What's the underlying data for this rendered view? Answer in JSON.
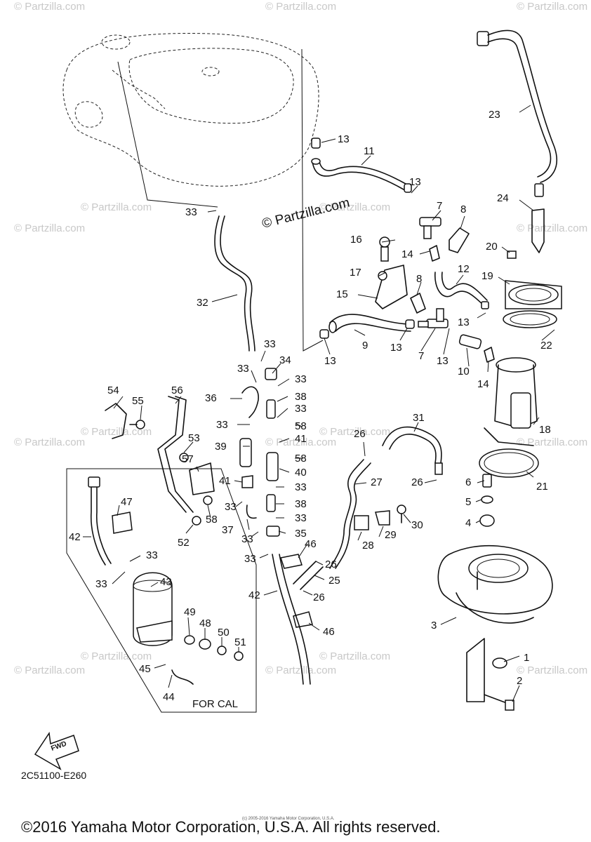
{
  "watermark_main": "© Partzilla.com",
  "watermark_repeat": "© Partzilla.com",
  "callouts": [
    "1",
    "2",
    "3",
    "4",
    "5",
    "6",
    "7",
    "8",
    "9",
    "10",
    "11",
    "12",
    "13",
    "14",
    "15",
    "16",
    "17",
    "18",
    "19",
    "20",
    "21",
    "22",
    "23",
    "24",
    "25",
    "26",
    "27",
    "28",
    "29",
    "30",
    "31",
    "32",
    "33",
    "34",
    "35",
    "36",
    "37",
    "38",
    "39",
    "40",
    "41",
    "42",
    "43",
    "44",
    "45",
    "46",
    "47",
    "48",
    "49",
    "50",
    "51",
    "52",
    "53",
    "54",
    "55",
    "56",
    "57",
    "58"
  ],
  "inset_label": "FOR CAL",
  "fwd_label": "FWD",
  "diagram_code": "2C51100-E260",
  "tiny_copyright": "(c) 2005-2016 Yamaha Motor Corporation, U.S.A.",
  "copyright": "©2016 Yamaha Motor Corporation, U.S.A. All rights reserved."
}
